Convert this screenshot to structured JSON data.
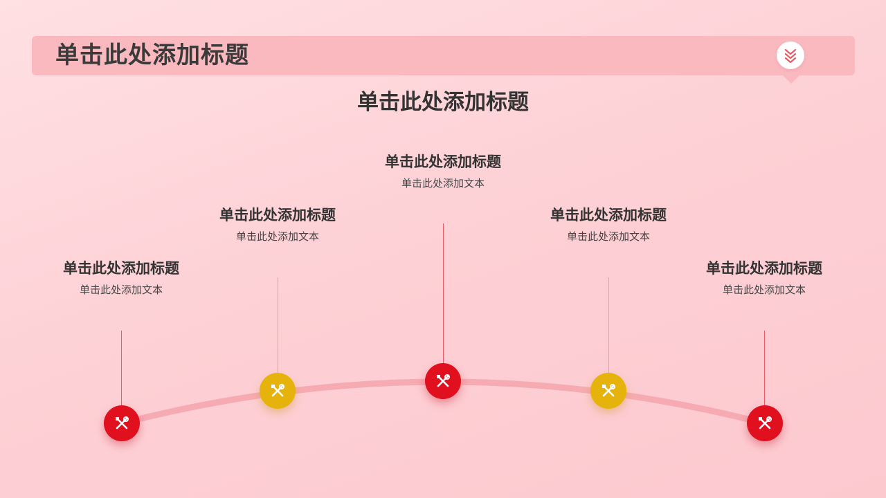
{
  "header": {
    "title": "单击此处添加标题",
    "icon": "double-chevron-down-icon"
  },
  "main_title": "单击此处添加标题",
  "milestones": [
    {
      "title": "单击此处添加标题",
      "text": "单击此处添加文本",
      "color": "#e0101f",
      "icon": "tools-icon"
    },
    {
      "title": "单击此处添加标题",
      "text": "单击此处添加文本",
      "color": "#e5b30c",
      "icon": "tools-icon"
    },
    {
      "title": "单击此处添加标题",
      "text": "单击此处添加文本",
      "color": "#e0101f",
      "icon": "tools-icon"
    },
    {
      "title": "单击此处添加标题",
      "text": "单击此处添加文本",
      "color": "#e5b30c",
      "icon": "tools-icon"
    },
    {
      "title": "单击此处添加标题",
      "text": "单击此处添加文本",
      "color": "#e0101f",
      "icon": "tools-icon"
    }
  ],
  "colors": {
    "accent_red": "#e0101f",
    "accent_yellow": "#e5b30c",
    "header_bg": "#f9b9bf",
    "arc": "#f6aab1"
  }
}
